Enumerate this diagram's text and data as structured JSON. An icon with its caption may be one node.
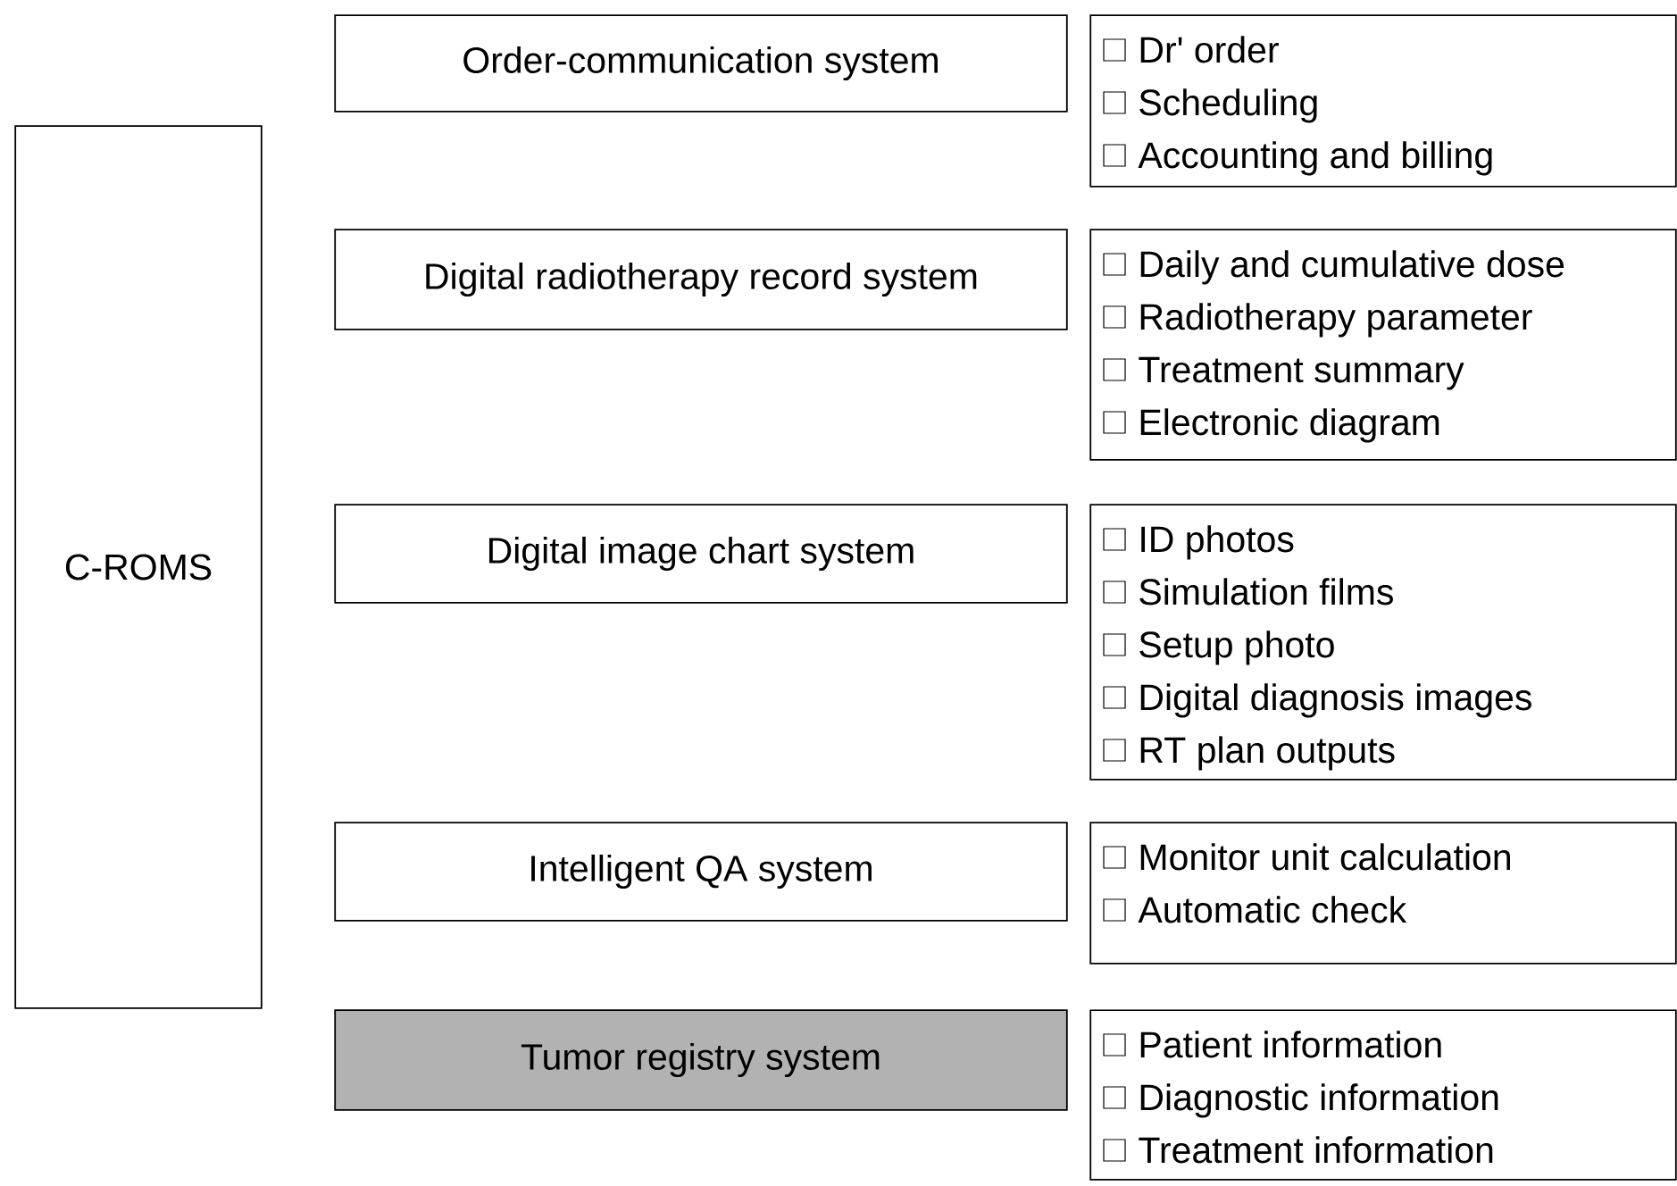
{
  "diagram": {
    "nodes": [
      {
        "text": [
          "C-ROMS"
        ]
      },
      {
        "text": [
          "Order-communication system"
        ]
      },
      {
        "text": [
          "Dr' order",
          "Scheduling",
          "Accounting and billing"
        ]
      },
      {
        "text": [
          "Digital radiotherapy record system"
        ]
      },
      {
        "text": [
          "Daily and cumulative dose",
          "Radiotherapy parameter",
          "Treatment summary",
          "Electronic diagram"
        ]
      },
      {
        "text": [
          "Digital image chart system"
        ]
      },
      {
        "text": [
          "ID photos",
          "Simulation films",
          "Setup photo",
          "Digital diagnosis images",
          "RT plan outputs"
        ]
      },
      {
        "text": [
          "Intelligent QA system"
        ]
      },
      {
        "text": [
          "Monitor unit calculation",
          "Automatic check"
        ]
      },
      {
        "text": [
          "Tumor registry system"
        ]
      },
      {
        "text": [
          "Patient information",
          "Diagnostic information",
          "Treatment information"
        ]
      }
    ]
  }
}
